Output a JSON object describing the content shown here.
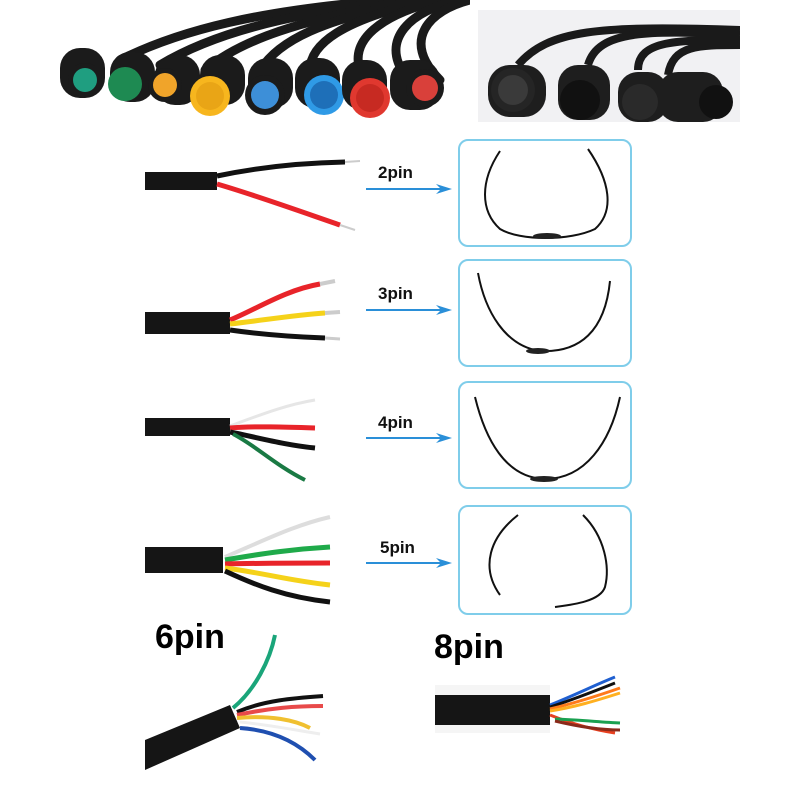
{
  "top_photos": {
    "colored_connectors": {
      "label": "colored-connector-plugs",
      "colors": [
        "#1f9e80",
        "#1e8a52",
        "#f0a42a",
        "#f7b61e",
        "#3d8fd8",
        "#2f9ae6",
        "#e0382f",
        "#d9403a"
      ]
    },
    "black_connectors": {
      "label": "black-connector-plugs",
      "count": 4
    }
  },
  "rows": [
    {
      "label": "2pin",
      "wires": [
        "#111111",
        "#e8242a"
      ]
    },
    {
      "label": "3pin",
      "wires": [
        "#e8242a",
        "#f5d21a",
        "#111111"
      ]
    },
    {
      "label": "4pin",
      "wires": [
        "#e6e6e6",
        "#e8242a",
        "#111111",
        "#1a7a44"
      ]
    },
    {
      "label": "5pin",
      "wires": [
        "#dddddd",
        "#1faa4a",
        "#e8242a",
        "#f5d21a",
        "#111111"
      ]
    }
  ],
  "bottom": {
    "six_pin": {
      "label": "6pin",
      "wires": [
        "#1aa57a",
        "#111111",
        "#e84a4a",
        "#f0c030",
        "#eeeeee",
        "#1f4fb0"
      ]
    },
    "eight_pin": {
      "label": "8pin",
      "wires": [
        "#1f5fd0",
        "#111111",
        "#ff7a1a",
        "#ffb020",
        "#e84020",
        "#1aa050",
        "#8a2a1a",
        "#c0391a"
      ]
    }
  },
  "colors": {
    "arrow": "#2a8fd8",
    "box_border": "#7fcdea",
    "cable_jacket": "#151515"
  }
}
